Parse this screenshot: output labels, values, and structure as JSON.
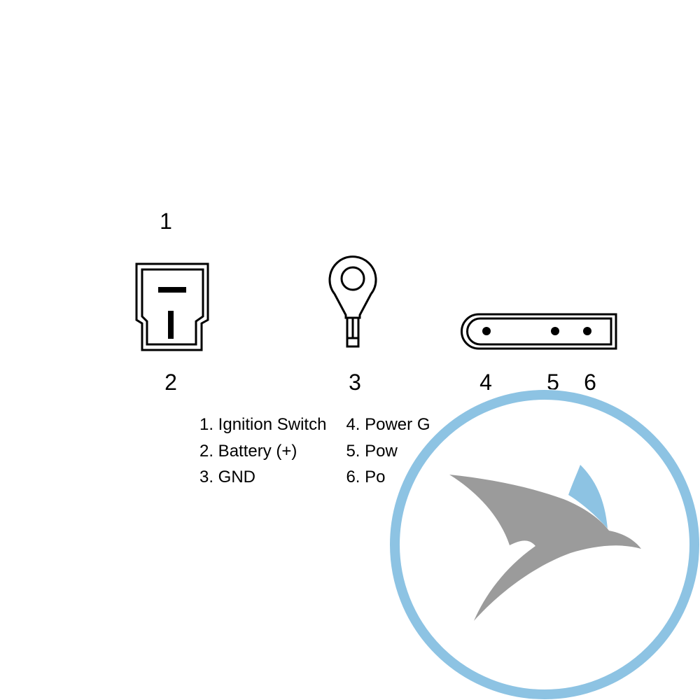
{
  "pins": {
    "p1": "1",
    "p2": "2",
    "p3": "3",
    "p4": "4",
    "p5": "5",
    "p6": "6"
  },
  "legend": {
    "left": [
      "1. Ignition Switch",
      "2. Battery (+)",
      "3. GND"
    ],
    "right": [
      "4. Power G",
      "5. Pow",
      "6. Po"
    ]
  },
  "colors": {
    "line": "#000000",
    "watermark_ring": "#8dc3e3",
    "watermark_bird": "#9b9b9b",
    "watermark_wing": "#8dc3e3"
  },
  "icons": {
    "connector_2pin": "two-pin-connector-icon",
    "ring_terminal": "ring-terminal-icon",
    "connector_3pin": "three-pin-flat-connector-icon",
    "watermark": "bird-logo-watermark"
  }
}
